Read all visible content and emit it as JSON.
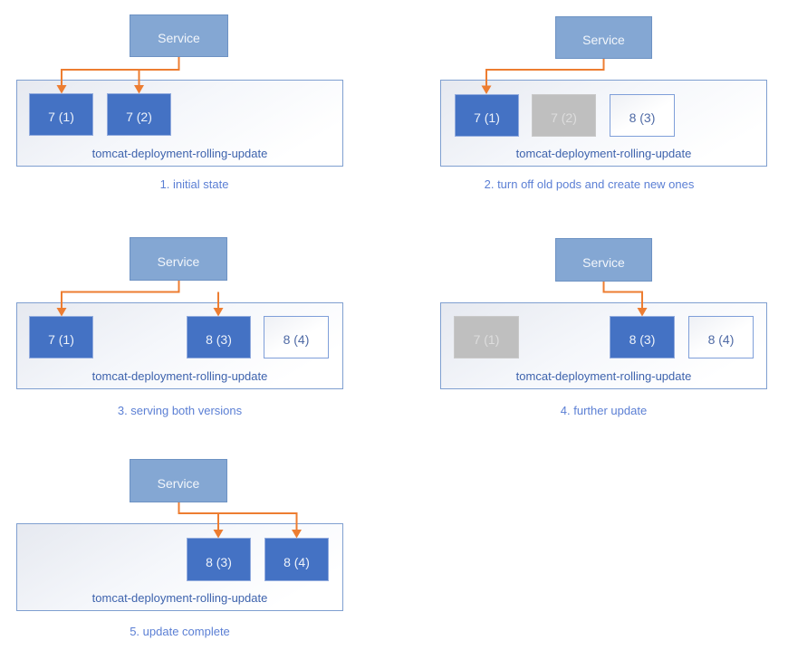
{
  "colors": {
    "service_fill": "#84a7d3",
    "service_border": "#6d92c3",
    "service_text": "#f2f6fb",
    "pod_active_fill": "#4472c4",
    "pod_active_border": "#93acde",
    "pod_active_text": "#edf2fa",
    "pod_stopped_fill": "#bfbfbf",
    "pod_stopped_border": "#c9c9c9",
    "pod_stopped_text": "#dddddd",
    "pod_new_border": "#7f9fd9",
    "pod_new_text": "#4f6aa5",
    "deployment_border": "#7f9fd0",
    "deployment_label_text": "#3e63ad",
    "caption_text": "#5b7fd4",
    "connector": "#ed7d31"
  },
  "panels": [
    {
      "service_label": "Service",
      "deployment_label": "tomcat-deployment-rolling-update",
      "caption": "1. initial state",
      "pods": [
        {
          "label": "7 (1)",
          "state": "active"
        },
        {
          "label": "7 (2)",
          "state": "active"
        }
      ]
    },
    {
      "service_label": "Service",
      "deployment_label": "tomcat-deployment-rolling-update",
      "caption": "2. turn off old pods and create new ones",
      "pods": [
        {
          "label": "7 (1)",
          "state": "active"
        },
        {
          "label": "7 (2)",
          "state": "stopped"
        },
        {
          "label": "8 (3)",
          "state": "new"
        }
      ]
    },
    {
      "service_label": "Service",
      "deployment_label": "tomcat-deployment-rolling-update",
      "caption": "3. serving both versions",
      "pods": [
        {
          "label": "7 (1)",
          "state": "active"
        },
        {
          "label": "8 (3)",
          "state": "active"
        },
        {
          "label": "8 (4)",
          "state": "new"
        }
      ]
    },
    {
      "service_label": "Service",
      "deployment_label": "tomcat-deployment-rolling-update",
      "caption": "4. further update",
      "pods": [
        {
          "label": "7 (1)",
          "state": "stopped"
        },
        {
          "label": "8 (3)",
          "state": "active"
        },
        {
          "label": "8 (4)",
          "state": "new"
        }
      ]
    },
    {
      "service_label": "Service",
      "deployment_label": "tomcat-deployment-rolling-update",
      "caption": "5. update complete",
      "pods": [
        {
          "label": "8 (3)",
          "state": "active"
        },
        {
          "label": "8 (4)",
          "state": "active"
        }
      ]
    }
  ]
}
